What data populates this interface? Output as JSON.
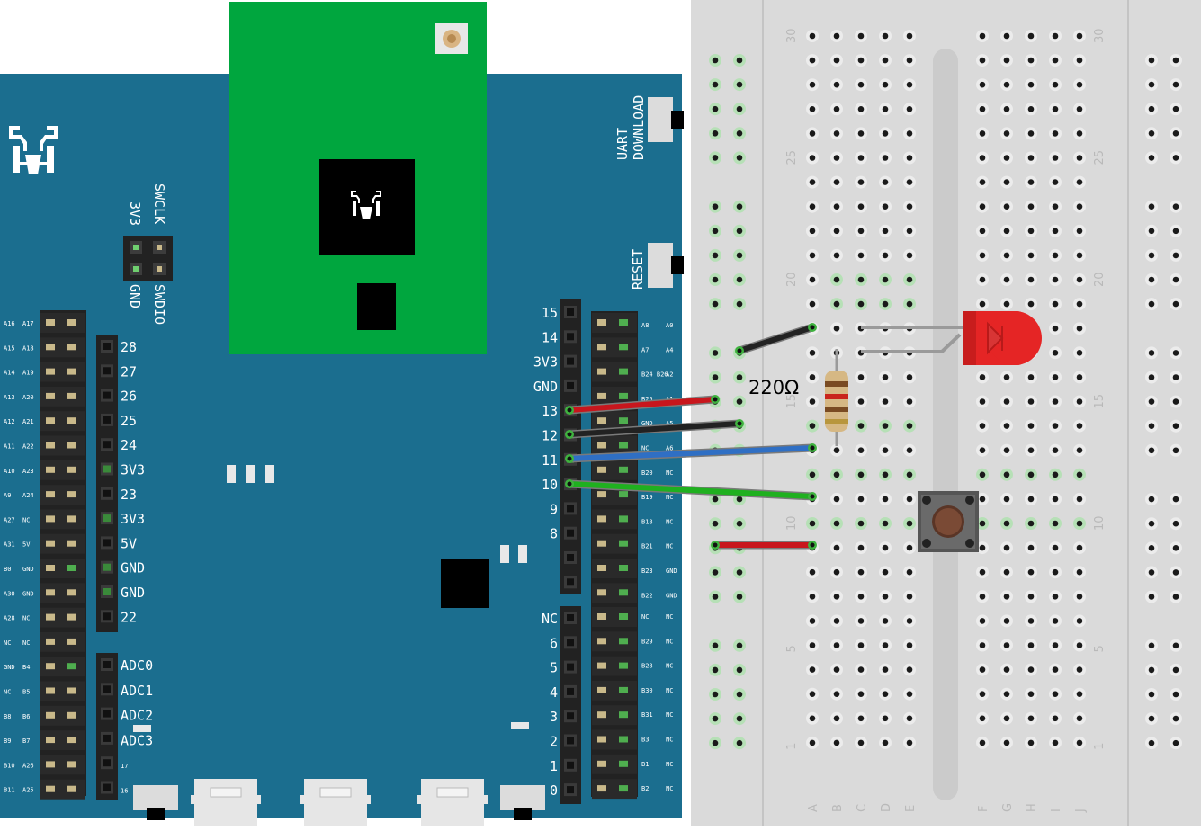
{
  "board": {
    "header_labels_left": [
      "28",
      "27",
      "26",
      "25",
      "24",
      "3V3",
      "23",
      "3V3",
      "5V",
      "GND",
      "GND",
      "22"
    ],
    "header_labels_adc": [
      "ADC0",
      "ADC1",
      "ADC2",
      "ADC3"
    ],
    "header_labels_right_top": [
      "15",
      "14",
      "3V3",
      "GND",
      "13",
      "12",
      "11",
      "10",
      "9",
      "8"
    ],
    "header_labels_right_bottom": [
      "NC",
      "6",
      "5",
      "4",
      "3",
      "2",
      "1",
      "0"
    ],
    "small_left_pairs": [
      [
        "A16",
        "A17"
      ],
      [
        "A15",
        "A18"
      ],
      [
        "A14",
        "A19"
      ],
      [
        "A13",
        "A20"
      ],
      [
        "A12",
        "A21"
      ],
      [
        "A11",
        "A22"
      ],
      [
        "A10",
        "A23"
      ],
      [
        "A9",
        "A24"
      ],
      [
        "A27",
        "NC"
      ],
      [
        "A31",
        "5V"
      ],
      [
        "B0",
        "GND"
      ],
      [
        "A30",
        "GND"
      ],
      [
        "A28",
        "NC"
      ],
      [
        "NC",
        "NC"
      ],
      [
        "GND",
        "B4"
      ],
      [
        "NC",
        "B5"
      ],
      [
        "B8",
        "B6"
      ],
      [
        "B9",
        "B7"
      ],
      [
        "B10",
        "A26"
      ],
      [
        "B11",
        "A25"
      ]
    ],
    "small_left_extra": [
      "17",
      "16"
    ],
    "small_right_top": [
      [
        "A8",
        "A0"
      ],
      [
        "A7",
        "A4"
      ],
      [
        "B24 B26",
        "A2"
      ],
      [
        "B25",
        "A1"
      ],
      [
        "GND",
        "A5"
      ],
      [
        "NC",
        "A6"
      ],
      [
        "B20",
        "NC"
      ],
      [
        "B19",
        "NC"
      ],
      [
        "B18",
        "NC"
      ],
      [
        "B21",
        "NC"
      ],
      [
        "B23",
        "GND"
      ],
      [
        "B22",
        "GND"
      ]
    ],
    "small_right_bottom": [
      [
        "NC",
        "NC"
      ],
      [
        "B29",
        "NC"
      ],
      [
        "B28",
        "NC"
      ],
      [
        "B30",
        "NC"
      ],
      [
        "B31",
        "NC"
      ],
      [
        "B3",
        "NC"
      ],
      [
        "B1",
        "NC"
      ],
      [
        "B2",
        "NC"
      ]
    ],
    "swd_top": [
      "3V3",
      "SWCLK"
    ],
    "swd_bottom": [
      "GND",
      "SWDIO"
    ],
    "button_labels": [
      "UART DOWNLOAD",
      "RESET"
    ]
  },
  "breadboard": {
    "row_numbers": [
      "30",
      "25",
      "20",
      "15",
      "10",
      "5",
      "1"
    ],
    "col_letters_left": [
      "A",
      "B",
      "C",
      "D",
      "E"
    ],
    "col_letters_right": [
      "F",
      "G",
      "H",
      "I",
      "J"
    ]
  },
  "resistor": {
    "label": "220Ω"
  },
  "wires": [
    {
      "name": "3v3-wire",
      "color": "#c8161d"
    },
    {
      "name": "gnd-wire",
      "color": "#222222"
    },
    {
      "name": "pin13-wire",
      "color": "#2f6fc4"
    },
    {
      "name": "pin12-wire",
      "color": "#1fb01f"
    },
    {
      "name": "bridge-wire-black",
      "color": "#222222"
    },
    {
      "name": "bridge-wire-red",
      "color": "#c8161d"
    }
  ],
  "colors": {
    "board": "#1b6e8f",
    "module": "#00a63e",
    "breadboard": "#dadada",
    "led": "#e52525"
  }
}
